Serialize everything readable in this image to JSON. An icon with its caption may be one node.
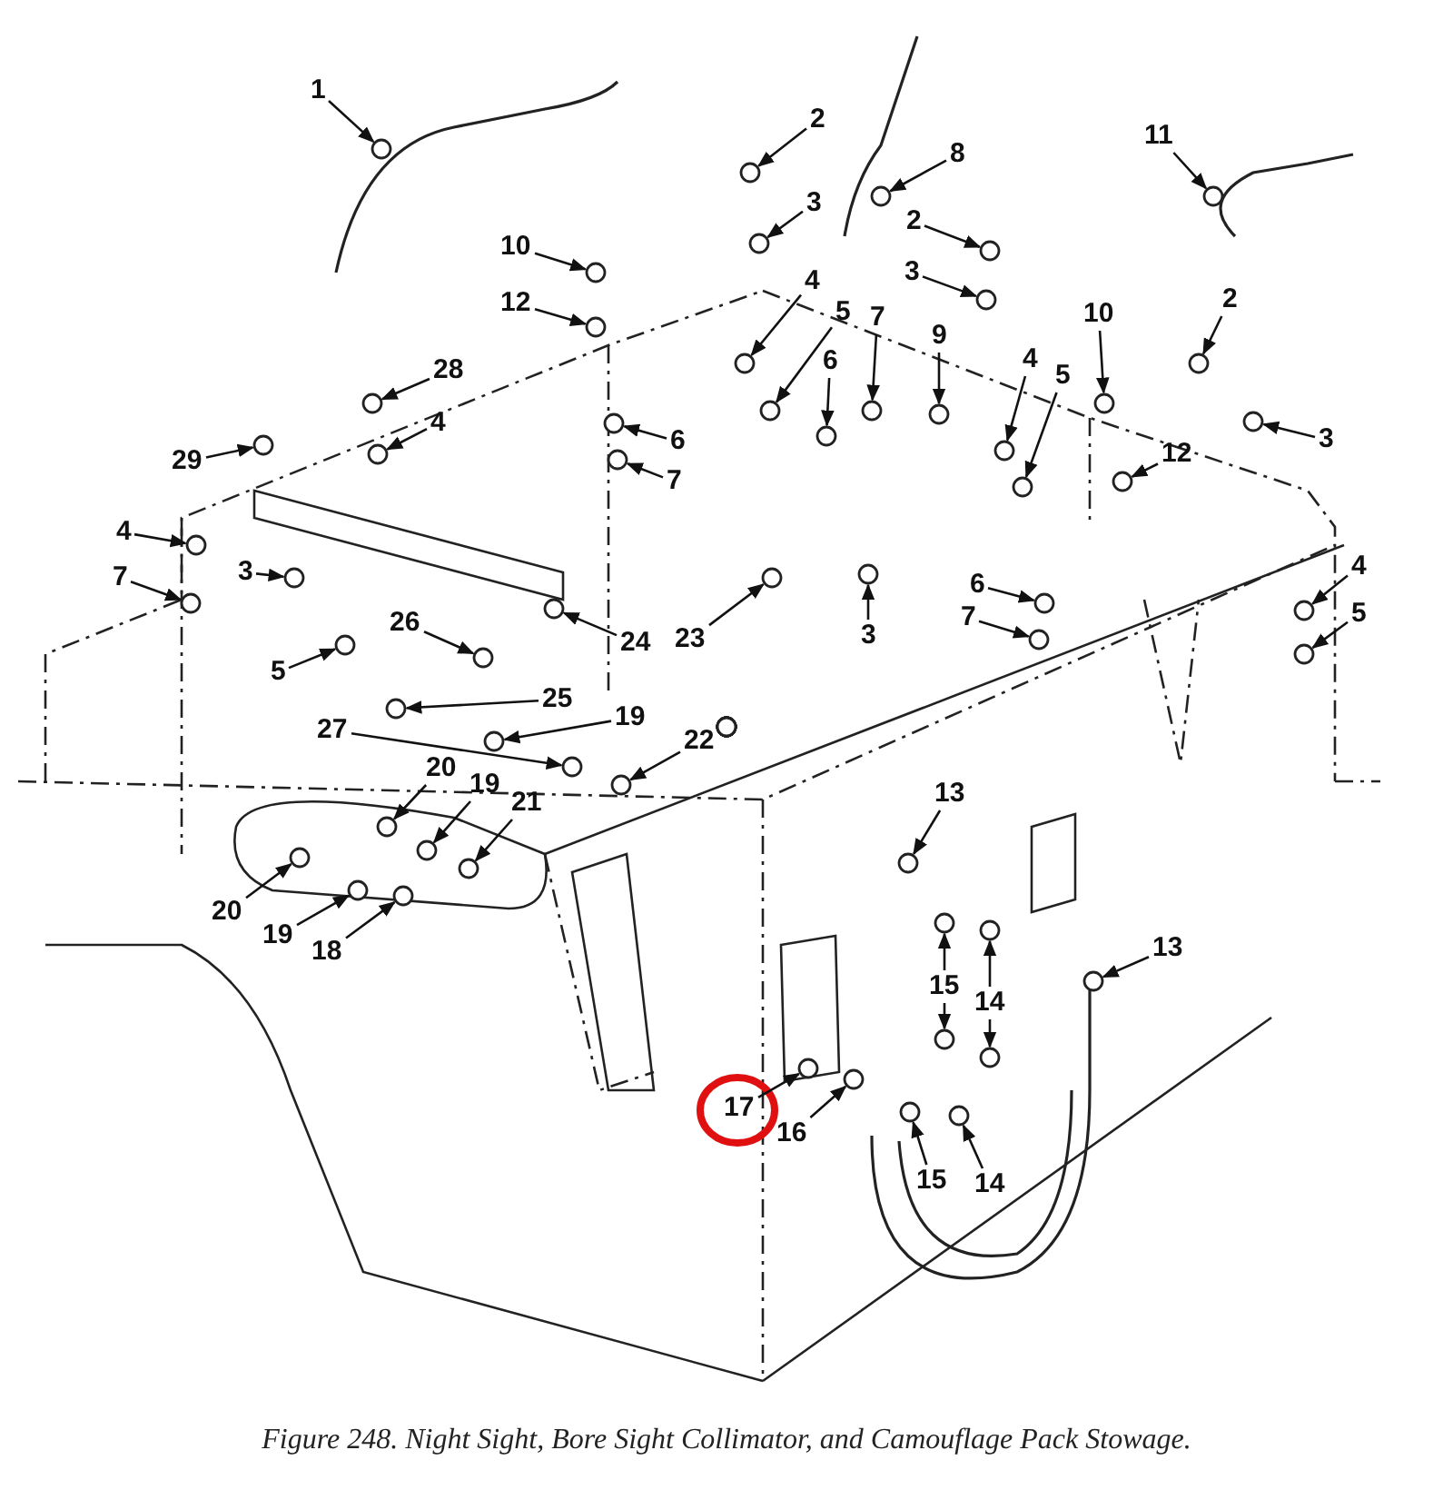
{
  "diagram": {
    "caption": "Figure 248. Night Sight, Bore Sight Collimator, and Camouflage Pack Stowage.",
    "nodes": [
      {
        "text": [
          "1"
        ]
      },
      {
        "text": [
          "2"
        ]
      },
      {
        "text": [
          "8"
        ]
      },
      {
        "text": [
          "11"
        ]
      },
      {
        "text": [
          "3"
        ]
      },
      {
        "text": [
          "2"
        ]
      },
      {
        "text": [
          "10"
        ]
      },
      {
        "text": [
          "3"
        ]
      },
      {
        "text": [
          "12"
        ]
      },
      {
        "text": [
          "4"
        ]
      },
      {
        "text": [
          "2"
        ]
      },
      {
        "text": [
          "10"
        ]
      },
      {
        "text": [
          "5"
        ]
      },
      {
        "text": [
          "7"
        ]
      },
      {
        "text": [
          "6"
        ]
      },
      {
        "text": [
          "9"
        ]
      },
      {
        "text": [
          "4"
        ]
      },
      {
        "text": [
          "28"
        ]
      },
      {
        "text": [
          "5"
        ]
      },
      {
        "text": [
          "4"
        ]
      },
      {
        "text": [
          "6"
        ]
      },
      {
        "text": [
          "3"
        ]
      },
      {
        "text": [
          "12"
        ]
      },
      {
        "text": [
          "29"
        ]
      },
      {
        "text": [
          "7"
        ]
      },
      {
        "text": [
          "4"
        ]
      },
      {
        "text": [
          "7"
        ]
      },
      {
        "text": [
          "4"
        ]
      },
      {
        "text": [
          "3"
        ]
      },
      {
        "text": [
          "6"
        ]
      },
      {
        "text": [
          "5"
        ]
      },
      {
        "text": [
          "7"
        ]
      },
      {
        "text": [
          "3"
        ]
      },
      {
        "text": [
          "26"
        ]
      },
      {
        "text": [
          "24"
        ]
      },
      {
        "text": [
          "23"
        ]
      },
      {
        "text": [
          "5"
        ]
      },
      {
        "text": [
          "25"
        ]
      },
      {
        "text": [
          "19"
        ]
      },
      {
        "text": [
          "27"
        ]
      },
      {
        "text": [
          "22"
        ]
      },
      {
        "text": [
          "20"
        ]
      },
      {
        "text": [
          "19"
        ]
      },
      {
        "text": [
          "13"
        ]
      },
      {
        "text": [
          "21"
        ]
      },
      {
        "text": [
          "20"
        ]
      },
      {
        "text": [
          "19"
        ]
      },
      {
        "text": [
          "13"
        ]
      },
      {
        "text": [
          "18"
        ]
      },
      {
        "text": [
          "15"
        ]
      },
      {
        "text": [
          "14"
        ]
      },
      {
        "text": [
          "17"
        ]
      },
      {
        "text": [
          "16"
        ]
      },
      {
        "text": [
          "15"
        ]
      },
      {
        "text": [
          "14"
        ]
      },
      {
        "text": [],
        "shape": "circle"
      },
      {
        "text": [],
        "shape": "circle"
      },
      {
        "text": [],
        "shape": "circle"
      },
      {
        "text": [],
        "shape": "circle"
      },
      {
        "text": [],
        "shape": "circle"
      },
      {
        "text": [],
        "shape": "circle"
      },
      {
        "text": [],
        "shape": "circle"
      },
      {
        "text": [],
        "shape": "circle"
      },
      {
        "text": [],
        "shape": "circle"
      },
      {
        "text": [],
        "shape": "circle"
      },
      {
        "text": [],
        "shape": "circle"
      },
      {
        "text": [],
        "shape": "circle"
      },
      {
        "text": [],
        "shape": "circle"
      },
      {
        "text": [],
        "shape": "circle"
      },
      {
        "text": [],
        "shape": "circle"
      },
      {
        "text": [],
        "shape": "circle"
      },
      {
        "text": [],
        "shape": "circle"
      },
      {
        "text": [],
        "shape": "circle"
      },
      {
        "text": [],
        "shape": "circle"
      },
      {
        "text": [],
        "shape": "circle"
      },
      {
        "text": [],
        "shape": "circle"
      },
      {
        "text": [],
        "shape": "circle"
      },
      {
        "text": [],
        "shape": "circle"
      },
      {
        "text": [],
        "shape": "circle"
      },
      {
        "text": [],
        "shape": "circle"
      },
      {
        "text": [],
        "shape": "circle"
      },
      {
        "text": [],
        "shape": "circle"
      },
      {
        "text": [],
        "shape": "circle"
      },
      {
        "text": [],
        "shape": "circle"
      },
      {
        "text": [],
        "shape": "circle"
      },
      {
        "text": [],
        "shape": "circle"
      },
      {
        "text": [],
        "shape": "circle"
      },
      {
        "text": [],
        "shape": "circle"
      },
      {
        "text": [],
        "shape": "circle"
      },
      {
        "text": [],
        "shape": "circle"
      },
      {
        "text": [],
        "shape": "circle"
      },
      {
        "text": [],
        "shape": "circle"
      },
      {
        "text": [],
        "shape": "circle"
      },
      {
        "text": [],
        "shape": "circle"
      },
      {
        "text": [],
        "shape": "circle"
      },
      {
        "text": [],
        "shape": "circle"
      },
      {
        "text": [],
        "shape": "circle"
      },
      {
        "text": [],
        "shape": "circle"
      },
      {
        "text": [],
        "shape": "circle"
      },
      {
        "text": [],
        "shape": "circle"
      },
      {
        "text": [],
        "shape": "circle"
      },
      {
        "text": [],
        "shape": "circle"
      },
      {
        "text": [],
        "shape": "circle"
      },
      {
        "text": [],
        "shape": "circle"
      },
      {
        "text": [],
        "shape": "circle"
      },
      {
        "text": [],
        "shape": "circle"
      },
      {
        "text": [],
        "shape": "circle"
      },
      {
        "text": [],
        "shape": "circle"
      },
      {
        "text": [],
        "shape": "circle"
      },
      {
        "text": [],
        "shape": "circle"
      },
      {
        "text": [],
        "shape": "circle"
      },
      {
        "text": [],
        "shape": "circle"
      },
      {
        "text": [],
        "shape": "circle"
      },
      {
        "text": [],
        "shape": "circle"
      },
      {
        "text": [],
        "shape": "circle"
      },
      {
        "text": [],
        "shape": "circle"
      },
      {
        "text": [],
        "shape": "circle"
      },
      {
        "text": [],
        "shape": "circle"
      },
      {
        "text": [],
        "shape": "circle"
      },
      {
        "text": [],
        "shape": "circle"
      },
      {
        "text": [],
        "shape": "circle"
      },
      {
        "text": [],
        "shape": "circle"
      }
    ],
    "edges": [
      {
        "from": 0,
        "to": 55,
        "arrow": "to"
      },
      {
        "from": 1,
        "to": 56,
        "arrow": "to"
      },
      {
        "from": 2,
        "to": 57,
        "arrow": "to"
      },
      {
        "from": 3,
        "to": 58,
        "arrow": "to"
      },
      {
        "from": 4,
        "to": 59,
        "arrow": "to"
      },
      {
        "from": 5,
        "to": 60,
        "arrow": "to"
      },
      {
        "from": 6,
        "to": 61,
        "arrow": "to"
      },
      {
        "from": 7,
        "to": 62,
        "arrow": "to"
      },
      {
        "from": 8,
        "to": 63,
        "arrow": "to"
      },
      {
        "from": 9,
        "to": 64,
        "arrow": "to"
      },
      {
        "from": 10,
        "to": 65,
        "arrow": "to"
      },
      {
        "from": 11,
        "to": 66,
        "arrow": "to"
      },
      {
        "from": 12,
        "to": 67,
        "arrow": "to"
      },
      {
        "from": 13,
        "to": 68,
        "arrow": "to"
      },
      {
        "from": 14,
        "to": 69,
        "arrow": "to"
      },
      {
        "from": 15,
        "to": 70,
        "arrow": "to"
      },
      {
        "from": 16,
        "to": 71,
        "arrow": "to"
      },
      {
        "from": 17,
        "to": 72,
        "arrow": "to"
      },
      {
        "from": 18,
        "to": 73,
        "arrow": "to"
      },
      {
        "from": 19,
        "to": 74,
        "arrow": "to"
      },
      {
        "from": 20,
        "to": 75,
        "arrow": "to"
      },
      {
        "from": 21,
        "to": 76,
        "arrow": "to"
      },
      {
        "from": 22,
        "to": 77,
        "arrow": "to"
      },
      {
        "from": 23,
        "to": 78,
        "arrow": "to"
      },
      {
        "from": 24,
        "to": 79,
        "arrow": "to"
      },
      {
        "from": 25,
        "to": 80,
        "arrow": "to"
      },
      {
        "from": 26,
        "to": 81,
        "arrow": "to"
      },
      {
        "from": 27,
        "to": 82,
        "arrow": "to"
      },
      {
        "from": 28,
        "to": 83,
        "arrow": "to"
      },
      {
        "from": 29,
        "to": 84,
        "arrow": "to"
      },
      {
        "from": 30,
        "to": 85,
        "arrow": "to"
      },
      {
        "from": 31,
        "to": 86,
        "arrow": "to"
      },
      {
        "from": 32,
        "to": 87,
        "arrow": "to"
      },
      {
        "from": 33,
        "to": 88,
        "arrow": "to"
      },
      {
        "from": 34,
        "to": 89,
        "arrow": "to"
      },
      {
        "from": 35,
        "to": 90,
        "arrow": "to"
      },
      {
        "from": 36,
        "to": 91,
        "arrow": "to"
      },
      {
        "from": 37,
        "to": 92,
        "arrow": "to"
      },
      {
        "from": 38,
        "to": 93,
        "arrow": "to"
      },
      {
        "from": 39,
        "to": 94,
        "arrow": "to"
      },
      {
        "from": 40,
        "to": 95,
        "arrow": "to"
      },
      {
        "from": 41,
        "to": 96,
        "arrow": "to"
      },
      {
        "from": 42,
        "to": 97,
        "arrow": "to"
      },
      {
        "from": 43,
        "to": 98,
        "arrow": "to"
      },
      {
        "from": 44,
        "to": 99,
        "arrow": "to"
      },
      {
        "from": 45,
        "to": 100,
        "arrow": "to"
      },
      {
        "from": 46,
        "to": 101,
        "arrow": "to"
      },
      {
        "from": 47,
        "to": 102,
        "arrow": "to"
      },
      {
        "from": 48,
        "to": 103,
        "arrow": "to"
      },
      {
        "from": 49,
        "to": 104,
        "arrow": "to"
      },
      {
        "from": 49,
        "to": 105,
        "arrow": "to"
      },
      {
        "from": 50,
        "to": 106,
        "arrow": "to"
      },
      {
        "from": 50,
        "to": 107,
        "arrow": "to"
      },
      {
        "from": 51,
        "to": 108,
        "arrow": "to"
      },
      {
        "from": 52,
        "to": 109,
        "arrow": "to"
      },
      {
        "from": 53,
        "to": 110,
        "arrow": "to"
      },
      {
        "from": 54,
        "to": 111,
        "arrow": "to"
      }
    ]
  }
}
